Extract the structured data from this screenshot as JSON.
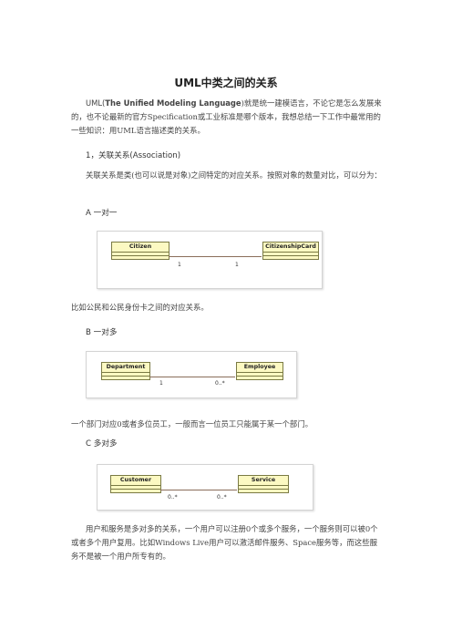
{
  "title": "UML中类之间的关系",
  "intro": {
    "prefix": "UML(",
    "bold": "The Unified Modeling Language",
    "suffix": ")就是统一建模语言，不论它是怎么发展来的，也不论最新的官方Specification或工业标准是哪个版本，我想总结一下工作中最常用的一些知识：用UML语言描述类的关系。"
  },
  "section1": {
    "heading": "1，关联关系(Association)",
    "text": "关联关系是类(也可以说是对象)之间特定的对应关系。按照对象的数量对比，可以分为："
  },
  "subsections": [
    {
      "label": "A 一对一",
      "left_class": "Citizen",
      "right_class": "CitizenshipCard",
      "left_mult": "1",
      "right_mult": "1",
      "caption": "比如公民和公民身份卡之间的对应关系。"
    },
    {
      "label": "B 一对多",
      "left_class": "Department",
      "right_class": "Employee",
      "left_mult": "1",
      "right_mult": "0..*",
      "caption": "一个部门对应0或者多位员工，一般而言一位员工只能属于某一个部门。"
    },
    {
      "label": "C 多对多",
      "left_class": "Customer",
      "right_class": "Service",
      "left_mult": "0..*",
      "right_mult": "0..*",
      "caption": "用户和服务是多对多的关系，一个用户可以注册0个或多个服务，一个服务则可以被0个或者多个用户复用。比如Windows Live用户可以激活邮件服务、Space服务等，而这些服务不是被一个用户所专有的。"
    }
  ]
}
